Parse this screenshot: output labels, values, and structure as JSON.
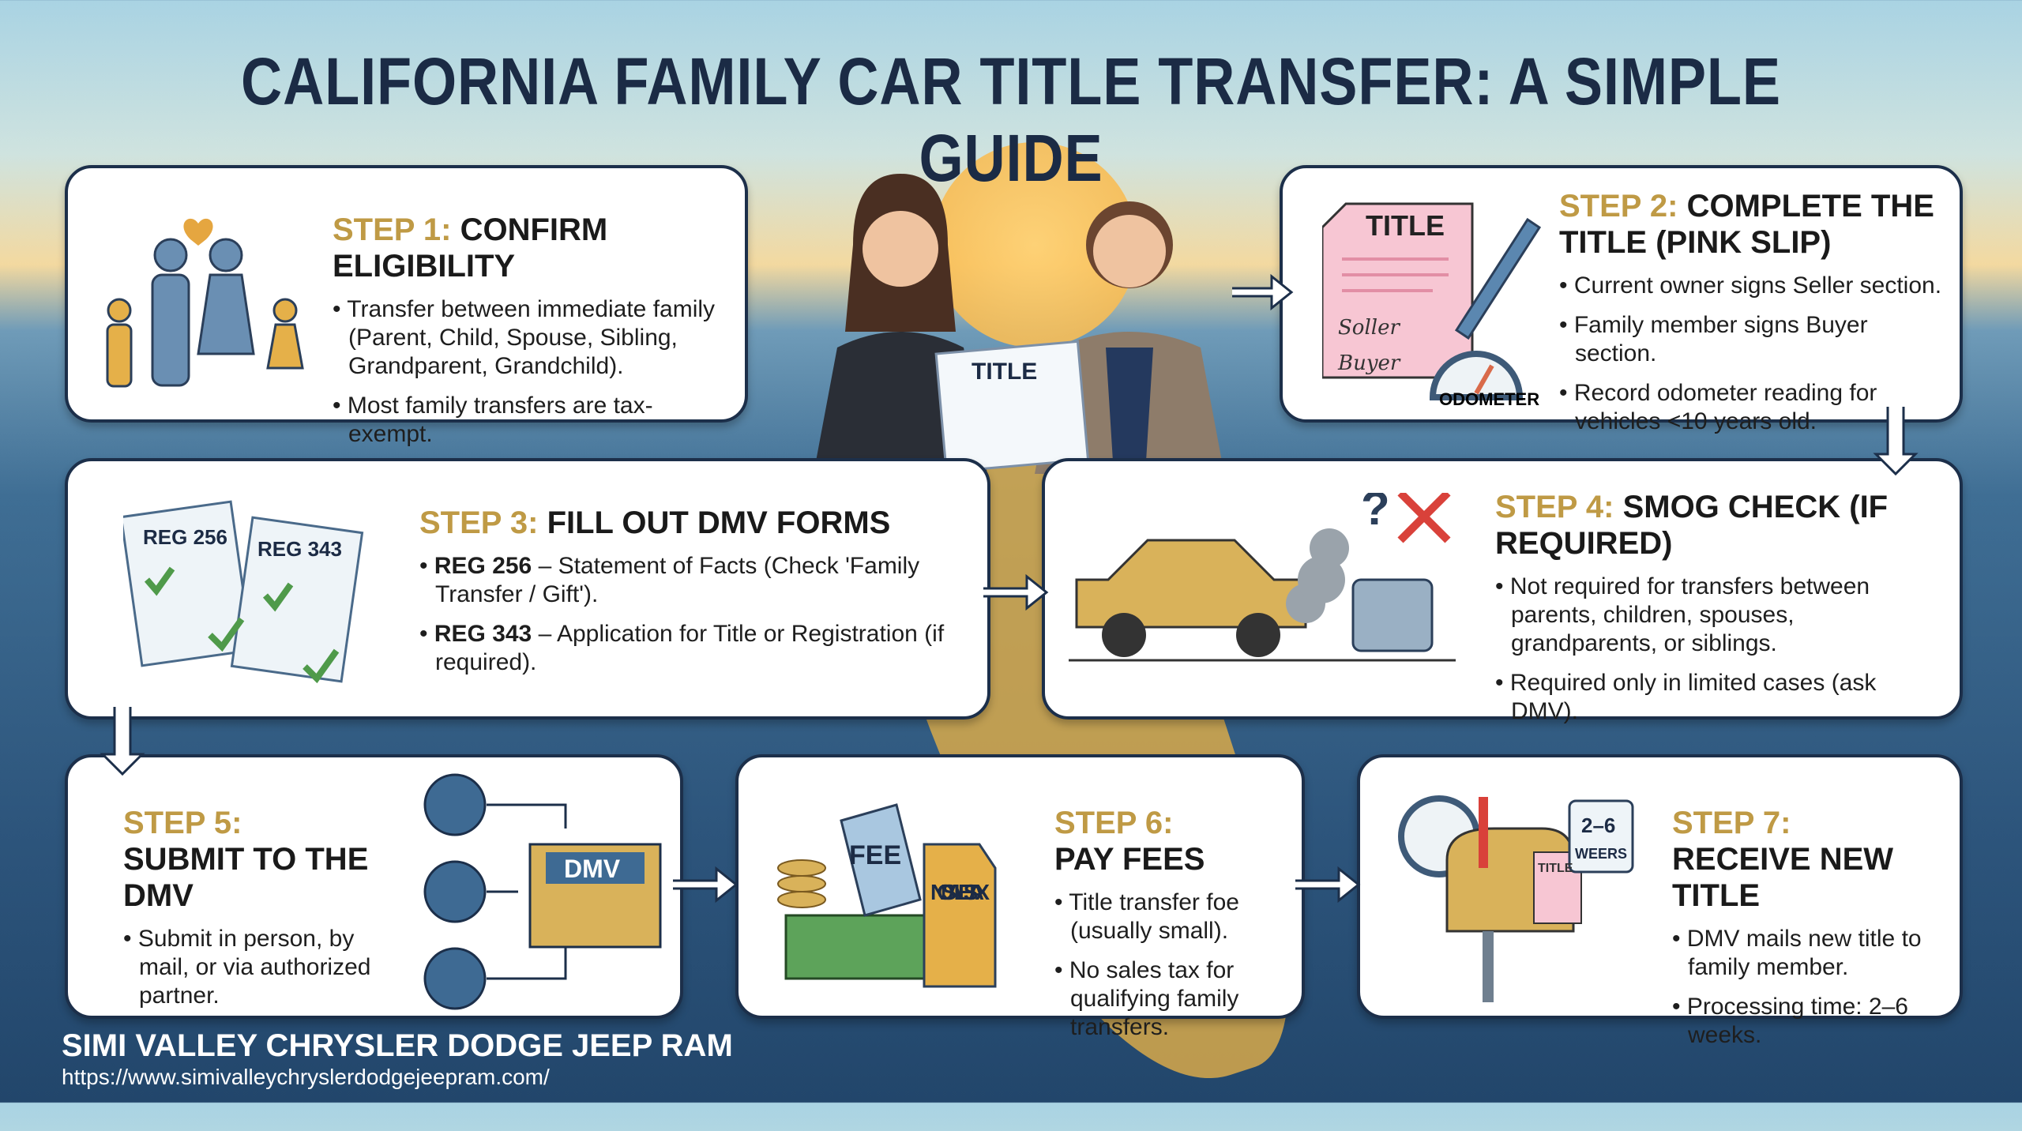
{
  "title": "CALIFORNIA FAMILY CAR TITLE TRANSFER: A SIMPLE GUIDE",
  "center": {
    "doc_label": "TITLE"
  },
  "steps": [
    {
      "num": "STEP 1:",
      "title": "CONFIRM ELIGIBILITY",
      "bullets": [
        "Transfer between immediate family (Parent, Child, Spouse, Sibling, Grandparent, Grandchild).",
        "Most family transfers are tax-exempt."
      ]
    },
    {
      "num": "STEP 2:",
      "title": "COMPLETE THE TITLE (PINK SLIP)",
      "bullets": [
        "Current owner signs Seller section.",
        "Family member signs Buyer section.",
        "Record odometer reading for vehicles <10 years old."
      ],
      "doc": "TITLE",
      "seller": "Soller",
      "buyer": "Buyer",
      "odometer": "ODOMETER"
    },
    {
      "num": "STEP 3:",
      "title": "FILL OUT DMV FORMS",
      "bullets": [
        {
          "b": "REG 256",
          "t": " – Statement of Facts (Check 'Family Transfer / Gift')."
        },
        {
          "b": "REG 343",
          "t": " – Application for Title or Registration (if required)."
        }
      ],
      "form1": "REG 256",
      "form2": "REG 343"
    },
    {
      "num": "STEP 4:",
      "title": "SMOG CHECK (IF REQUIRED)",
      "bullets": [
        "Not required for transfers between parents, children, spouses, grandparents, or siblings.",
        "Required only in limited cases (ask DMV)."
      ]
    },
    {
      "num": "STEP 5:",
      "title": "SUBMIT TO THE DMV",
      "bullets": [
        "Submit in person, by mail, or via authorized partner."
      ],
      "building": "DMV"
    },
    {
      "num": "STEP 6:",
      "title": "PAY FEES",
      "bullets": [
        "Title transfer foe (usually small).",
        "No sales tax for qualifying family transfers."
      ],
      "fee_tag": "FEE",
      "tax_tag": "NO SALES TAX"
    },
    {
      "num": "STEP 7:",
      "title": "RECEIVE NEW TITLE",
      "bullets": [
        "DMV mails new title to family member.",
        "Processing time: 2–6 weeks."
      ],
      "calendar_top": "2–6",
      "calendar_bottom": "WEERS",
      "mail_doc": "TITLE"
    }
  ],
  "footer": {
    "dealer": "SIMI VALLEY CHRYSLER DODGE JEEP RAM",
    "url": "https://www.simivalleychryslerdodgejeepram.com/"
  }
}
